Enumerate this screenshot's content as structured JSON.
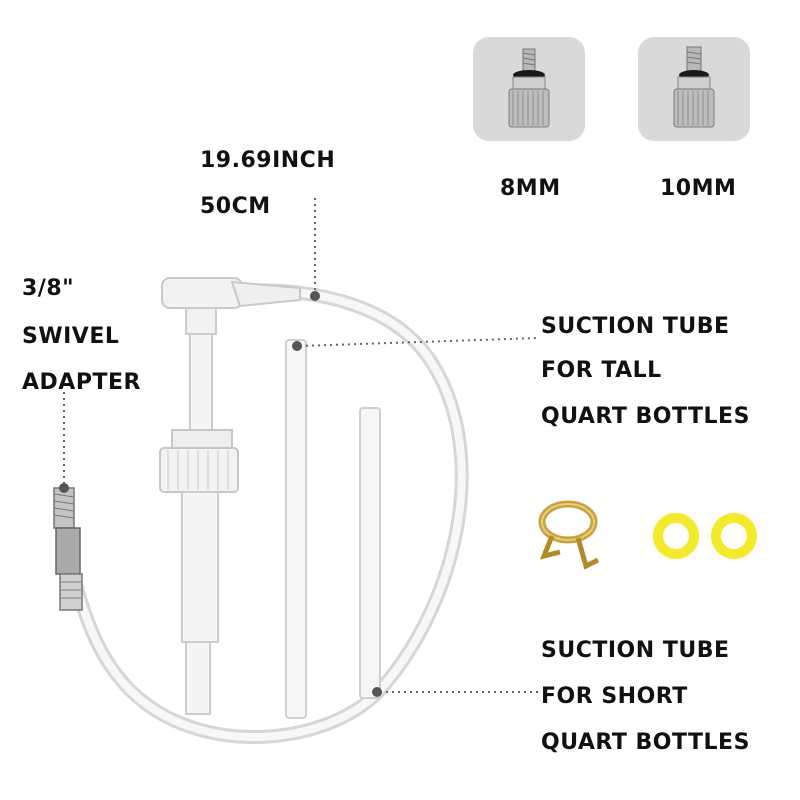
{
  "labels": {
    "length_inch": "19.69INCH",
    "length_cm": "50CM",
    "swivel_line1": "3/8\"",
    "swivel_line2": "SWIVEL",
    "swivel_line3": "ADAPTER",
    "tall_line1": "SUCTION TUBE",
    "tall_line2": "FOR TALL",
    "tall_line3": "QUART BOTTLES",
    "short_line1": "SUCTION TUBE",
    "short_line2": "FOR SHORT",
    "short_line3": "QUART BOTTLES",
    "adapter_small": "8MM",
    "adapter_large": "10MM"
  },
  "colors": {
    "text": "#111111",
    "thumb_bg": "#d9d9d9",
    "ring_yellow": "#f3ea2a",
    "clamp_brass": "#c9a23a",
    "plastic_white": "#f4f4f4"
  },
  "icons": {
    "pump": "pump-icon",
    "hose": "hose-icon",
    "adapter": "brass-adapter-icon",
    "clamp": "spring-clamp-icon",
    "washer": "washer-ring-icon"
  }
}
